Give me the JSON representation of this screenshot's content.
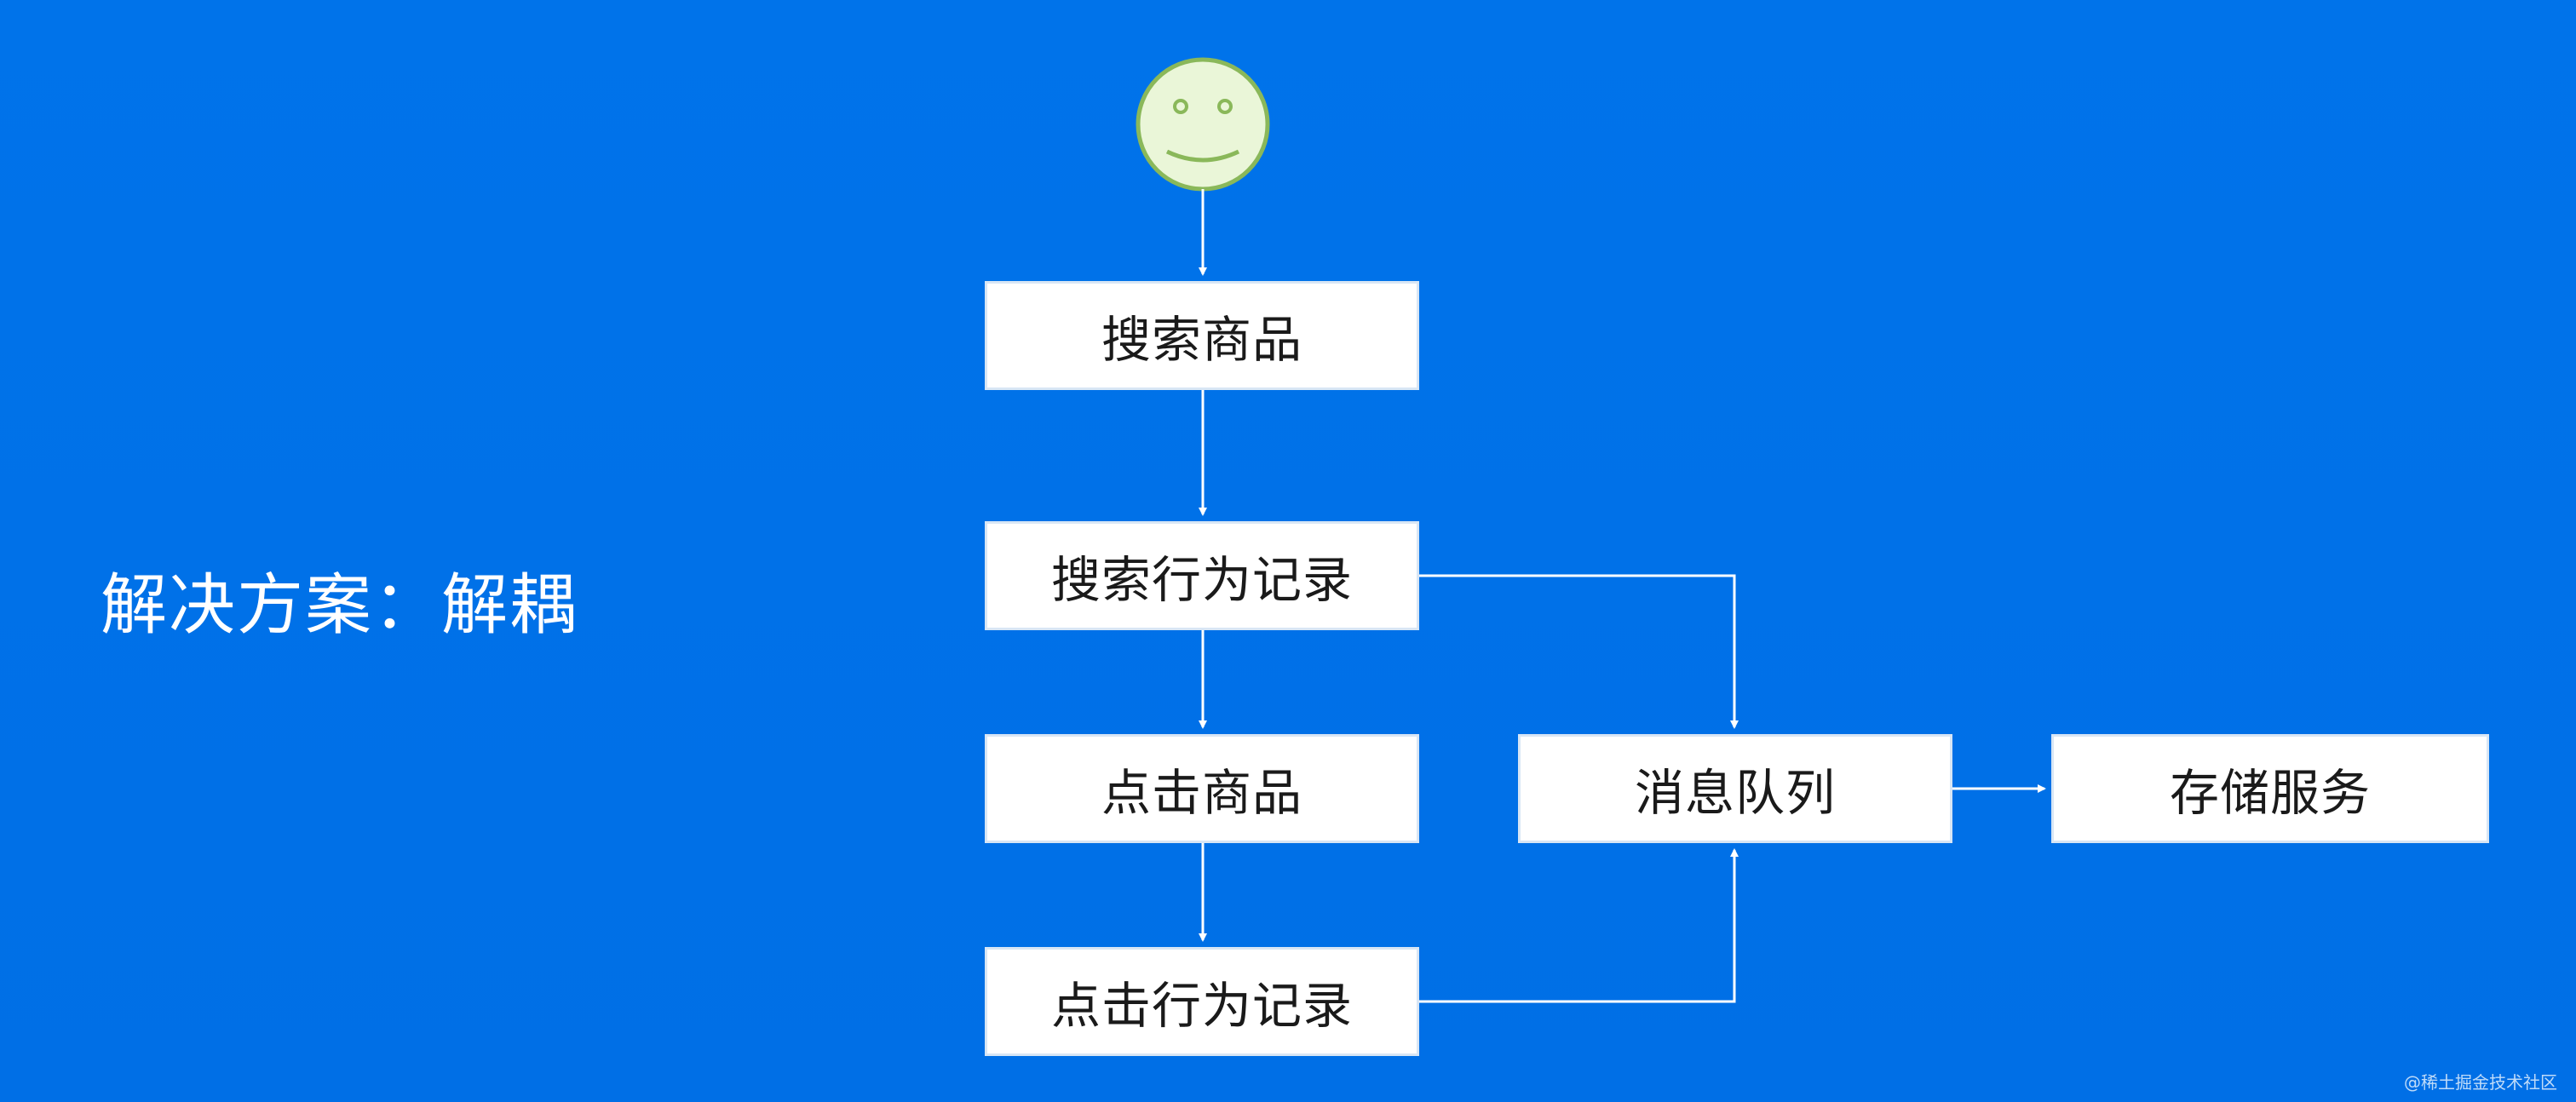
{
  "title": "解决方案：解耦",
  "nodes": {
    "search": "搜索商品",
    "search_log": "搜索行为记录",
    "click": "点击商品",
    "click_log": "点击行为记录",
    "message_queue": "消息队列",
    "storage": "存储服务"
  },
  "watermark": "@稀土掘金技术社区",
  "colors": {
    "background": "#0071e8",
    "node_fill": "#ffffff",
    "arrow": "#ffffff",
    "smiley_fill": "#eaf6d8",
    "smiley_stroke": "#8ab85a"
  },
  "icons": [
    "smiley-face-icon"
  ]
}
